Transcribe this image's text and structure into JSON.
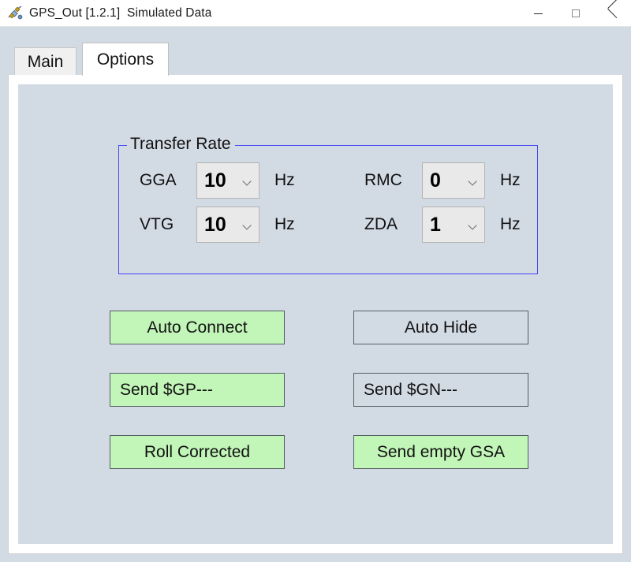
{
  "window": {
    "title": "GPS_Out [1.2.1]  Simulated Data",
    "icon": "satellite-icon",
    "controls": {
      "minimize": "minimize-icon",
      "maximize": "maximize-icon",
      "close": "close-icon"
    }
  },
  "tabs": [
    {
      "label": "Main",
      "active": false
    },
    {
      "label": "Options",
      "active": true
    }
  ],
  "transfer_rate": {
    "title": "Transfer Rate",
    "unit": "Hz",
    "rows": [
      {
        "label": "GGA",
        "value": "10"
      },
      {
        "label": "VTG",
        "value": "10"
      },
      {
        "label": "RMC",
        "value": "0"
      },
      {
        "label": "ZDA",
        "value": "1"
      }
    ]
  },
  "buttons": [
    {
      "label": "Auto Connect",
      "on": true
    },
    {
      "label": "Auto Hide",
      "on": false
    },
    {
      "label": "Send $GP---",
      "on": true
    },
    {
      "label": "Send $GN---",
      "on": false
    },
    {
      "label": "Roll Corrected",
      "on": true
    },
    {
      "label": "Send empty GSA",
      "on": true
    }
  ],
  "colors": {
    "window_background": "#d2dae4",
    "titlebar_background": "#ffffff",
    "active_tab_background": "#ffffff",
    "inactive_tab_background": "#f0f0f0",
    "groupbox_border": "#4444f4",
    "button_on": "#c2f5b8",
    "button_off": "#d2dae4",
    "combo_background": "#e9e9e9"
  }
}
